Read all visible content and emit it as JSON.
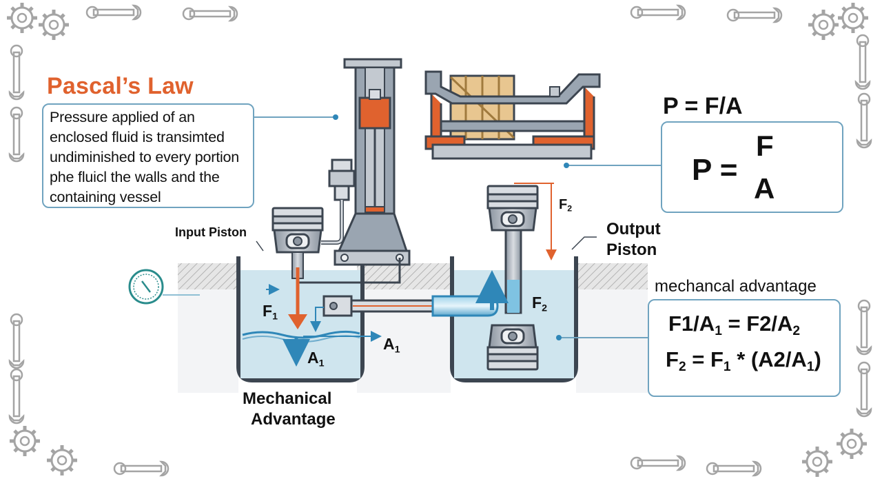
{
  "title": "Pascal’s Law",
  "description": {
    "lines": [
      "Pressure applied of an",
      "enclosed fluid is transimted",
      "undiminished to every portion",
      "phe fluicl the walls and the",
      "containing vessel"
    ]
  },
  "labels": {
    "input_piston": "Input Piston",
    "output_piston_line1": "Output",
    "output_piston_line2": "Piston",
    "mechanical_advantage_line1": "Mechanical",
    "mechanical_advantage_line2": "Advantage"
  },
  "symbols": {
    "f1_base": "F",
    "f1_sub": "1",
    "a1_base": "A",
    "a1_sub": "1",
    "a1_right_base": "A",
    "a1_right_sub": "1",
    "f2_top_base": "F",
    "f2_top_sub": "2",
    "f2_inside_base": "F",
    "f2_inside_sub": "2"
  },
  "formula": {
    "heading": "P = F/A",
    "lhs": "P =",
    "numerator": "F",
    "denominator": "A"
  },
  "advantage": {
    "heading": "mechancal advantage",
    "eq1": {
      "a": "F1/A",
      "a_sub": "1",
      "b": " = F2/A",
      "b_sub": "2"
    },
    "eq2": {
      "a": "F",
      "a_sub": "2",
      "b": " = F",
      "b_sub": "1",
      "c": " * (A2/A",
      "c_sub": "1",
      "d": ")"
    }
  },
  "colors": {
    "accent_orange": "#e0622e",
    "fluid_blue": "#cfe5ee",
    "arrow_blue": "#2f87b8",
    "frame_steel": "#6c7886",
    "box_border": "#6fa3bf"
  }
}
